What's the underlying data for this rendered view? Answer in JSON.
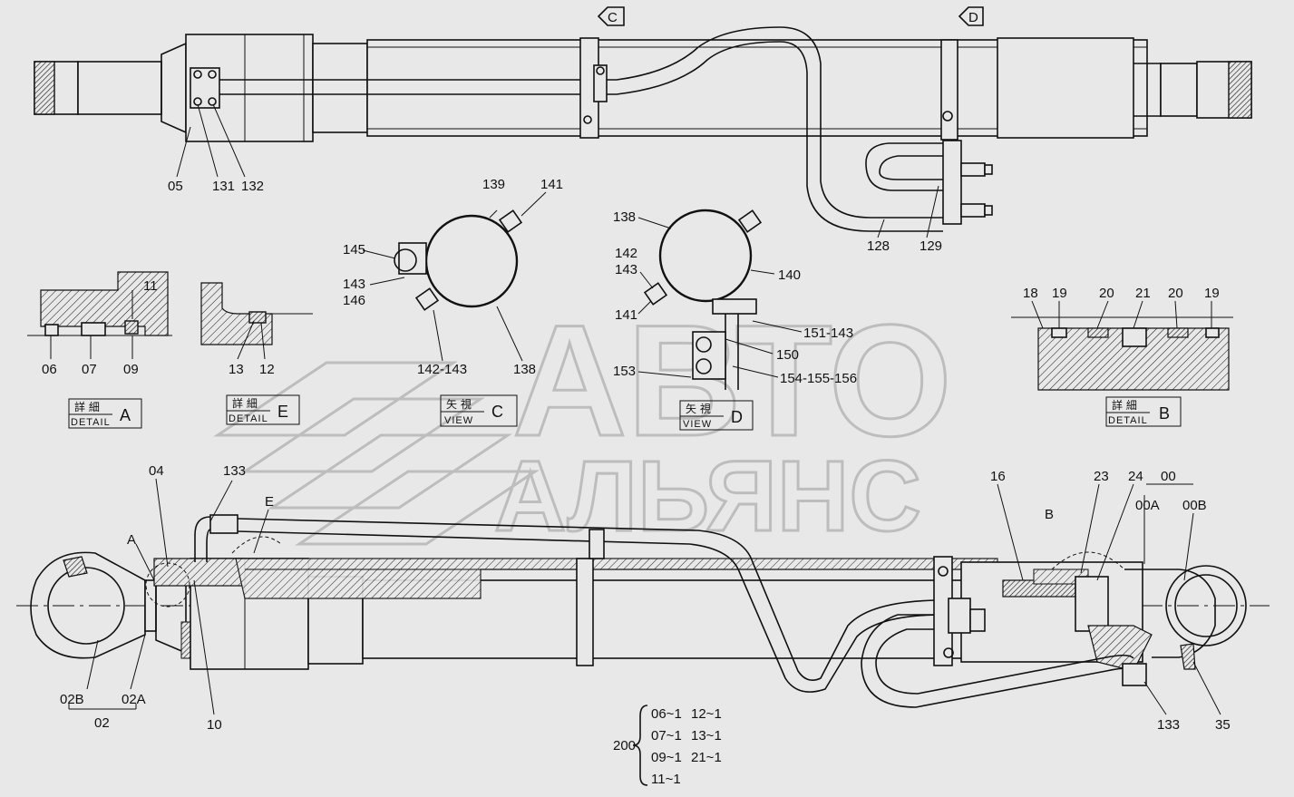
{
  "watermark": {
    "line1": "АВТО",
    "line2": "АЛЬЯНС"
  },
  "view_arrows": {
    "c": "C",
    "d": "D"
  },
  "top_labels": {
    "p05": "05",
    "p131": "131",
    "p132": "132",
    "p128": "128",
    "p129": "129"
  },
  "view_c": {
    "p139": "139",
    "p141": "141",
    "p145": "145",
    "p143": "143",
    "p146": "146",
    "p142_143": "142-143",
    "p138": "138",
    "jp": "矢 視",
    "en": "VIEW",
    "letter": "C"
  },
  "view_d": {
    "p138": "138",
    "p142": "142",
    "p143": "143",
    "p141": "141",
    "p140": "140",
    "p151_143": "151-143",
    "p150": "150",
    "p153": "153",
    "p154_155_156": "154-155-156",
    "jp": "矢 視",
    "en": "VIEW",
    "letter": "D"
  },
  "detail_a": {
    "p11": "11",
    "p06": "06",
    "p07": "07",
    "p09": "09",
    "jp": "詳 細",
    "en": "DETAIL",
    "letter": "A"
  },
  "detail_e": {
    "p13": "13",
    "p12": "12",
    "jp": "詳 細",
    "en": "DETAIL",
    "letter": "E"
  },
  "detail_b": {
    "p18": "18",
    "p19a": "19",
    "p20a": "20",
    "p21": "21",
    "p20b": "20",
    "p19b": "19",
    "jp": "詳 細",
    "en": "DETAIL",
    "letter": "B"
  },
  "bottom_labels": {
    "p04": "04",
    "pA": "A",
    "p133a": "133",
    "pE": "E",
    "p02B": "02B",
    "p02A": "02A",
    "p02": "02",
    "p10": "10",
    "p16": "16",
    "pB": "B",
    "p23": "23",
    "p24": "24",
    "p00": "00",
    "p00A": "00A",
    "p00B": "00B",
    "p133b": "133",
    "p35": "35"
  },
  "kit": {
    "number": "200",
    "rows": [
      {
        "left": "06~1",
        "right": "12~1"
      },
      {
        "left": "07~1",
        "right": "13~1"
      },
      {
        "left": "09~1",
        "right": "21~1"
      },
      {
        "left": "11~1",
        "right": ""
      }
    ]
  }
}
